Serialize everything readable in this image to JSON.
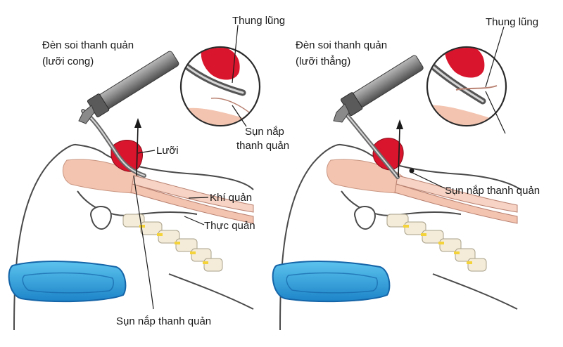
{
  "left_panel": {
    "scope_label_line1": "Đèn soi thanh quản",
    "scope_label_line2": "(lưỡi cong)",
    "vallecula_label": "Thung lũng",
    "inset_epiglottis_line1": "Sụn nắp",
    "inset_epiglottis_line2": "thanh quản",
    "tongue_label": "Lưỡi",
    "trachea_label": "Khí quản",
    "esophagus_label": "Thực quản",
    "epiglottis_label": "Sụn nắp thanh quản"
  },
  "right_panel": {
    "scope_label_line1": "Đèn soi thanh quản",
    "scope_label_line2": "(lưỡi thẳng)",
    "vallecula_label": "Thung lũng",
    "epiglottis_label": "Sụn nắp thanh quản"
  },
  "colors": {
    "outline": "#4a4a4a",
    "tissue_pink": "#f3c4b0",
    "airway_pink": "#f6d3c4",
    "tongue_red": "#d8152c",
    "pillow_blue": "#2a9fdc",
    "pillow_dark": "#1565a8",
    "spine_cream": "#f4ecd8",
    "spine_yellow": "#f4d23a",
    "metal": "#7d7d7d"
  }
}
